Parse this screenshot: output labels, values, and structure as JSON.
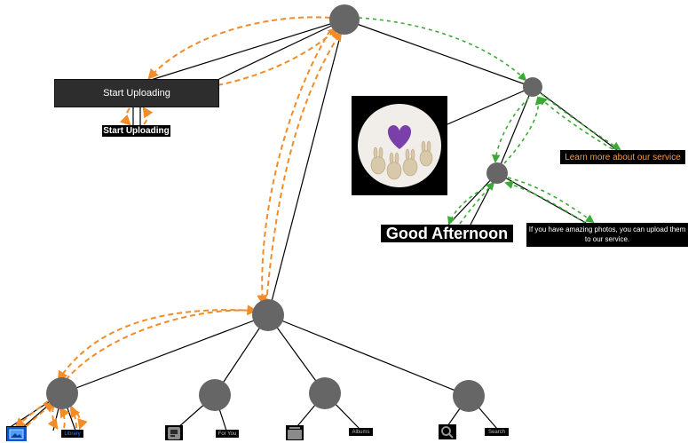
{
  "colors": {
    "edge": "#000000",
    "node": "#666666",
    "arrow_orange": "#f28c28",
    "arrow_green": "#3aaa35",
    "accent_learn_more": "#ff9a3c",
    "accent_library": "#2f7bff"
  },
  "upload": {
    "primary_button_label": "Start Uploading",
    "secondary_button_label": "Start Uploading"
  },
  "hero": {
    "greeting": "Good Afternoon",
    "description": "If you have amazing photos, you can upload them to our service.",
    "learn_more_link": "Learn more about our service"
  },
  "tabs": [
    {
      "label": "Library",
      "icon": "photo-library-icon",
      "selected": true
    },
    {
      "label": "For You",
      "icon": "for-you-icon",
      "selected": false
    },
    {
      "label": "Albums",
      "icon": "albums-icon",
      "selected": false
    },
    {
      "label": "Search",
      "icon": "search-icon",
      "selected": false
    }
  ]
}
